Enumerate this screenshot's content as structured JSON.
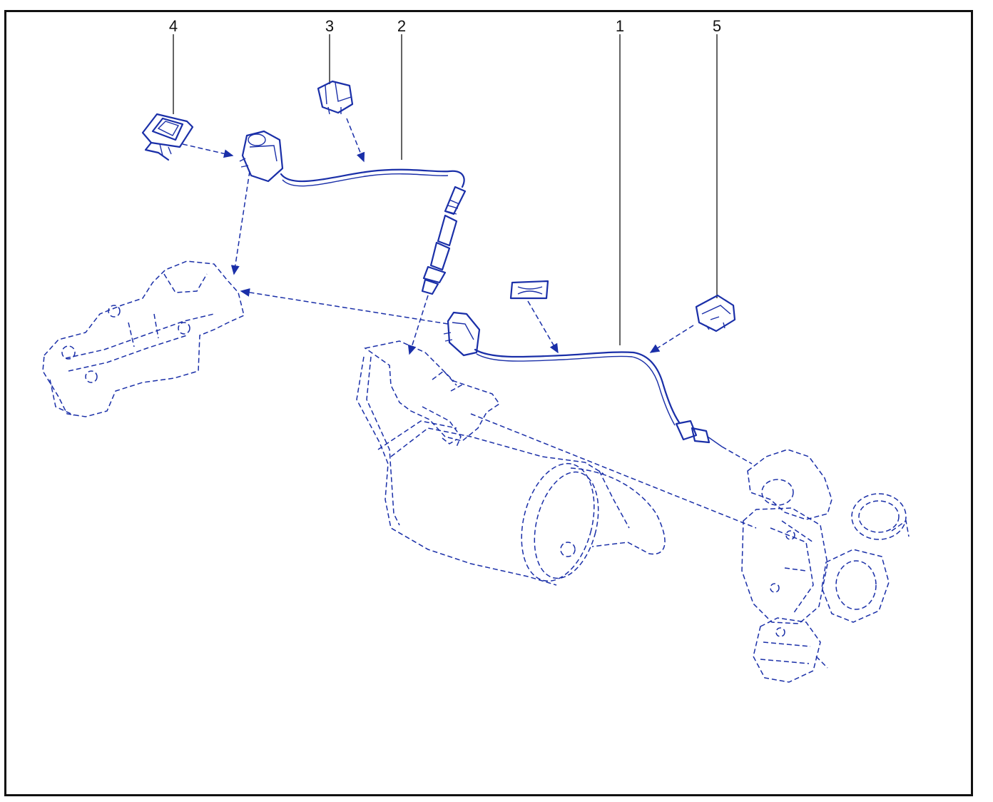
{
  "callouts": [
    {
      "id": "1",
      "label": "1"
    },
    {
      "id": "2",
      "label": "2"
    },
    {
      "id": "3",
      "label": "3"
    },
    {
      "id": "4",
      "label": "4"
    },
    {
      "id": "5",
      "label": "5"
    }
  ],
  "colors": {
    "line": "#1a2fa8",
    "callout_text": "#111111",
    "frame": "#111111",
    "background": "#ffffff"
  }
}
